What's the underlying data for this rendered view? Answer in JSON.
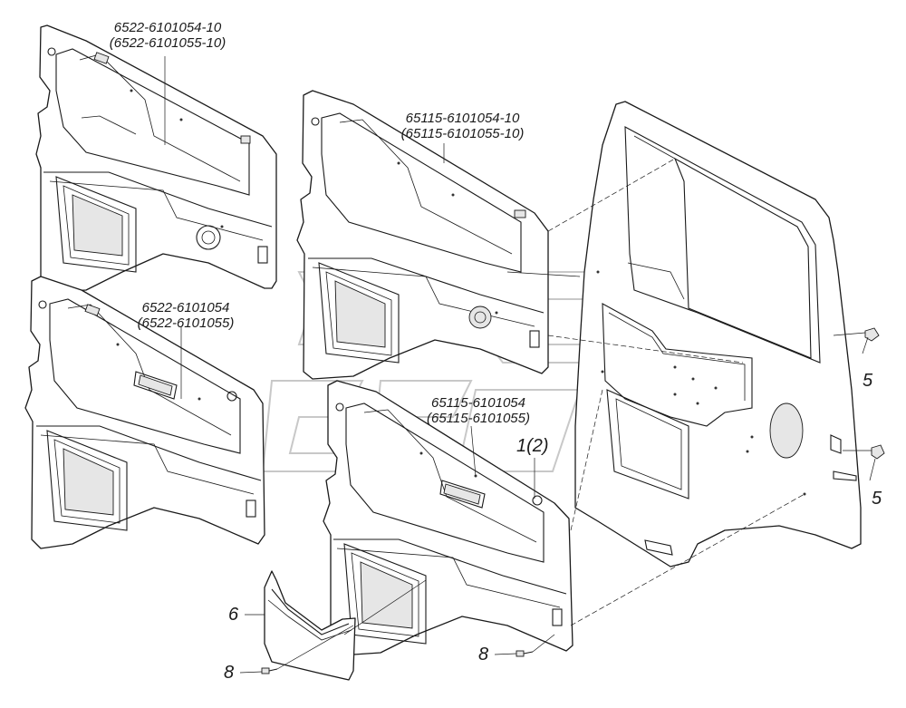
{
  "labels": {
    "part_top_left": "6522-6101054-10",
    "part_top_left_alt": "(6522-6101055-10)",
    "part_mid_left": "6522-6101054",
    "part_mid_left_alt": "(6522-6101055)",
    "part_top_center": "65115-6101054-10",
    "part_top_center_alt": "(65115-6101055-10)",
    "part_mid_center": "65115-6101054",
    "part_mid_center_alt": "(65115-6101055)",
    "item_1": "1(2)",
    "item_5_upper": "5",
    "item_5_lower": "5",
    "item_6": "6",
    "item_8_left": "8",
    "item_8_right": "8"
  }
}
